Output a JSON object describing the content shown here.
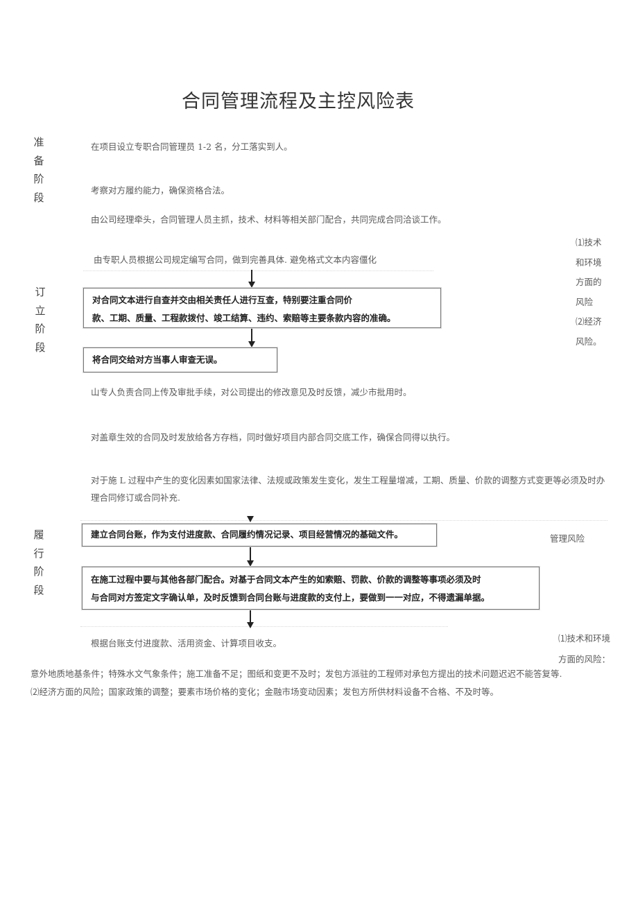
{
  "document": {
    "title": "合同管理流程及主控风险表"
  },
  "stages": {
    "preparation": {
      "label_chars": [
        "准",
        "备",
        "阶",
        "段"
      ],
      "lines": [
        "在项目设立专职合同管理员 1-2 名，分工落实到人。",
        "考察对方履约能力，确保资格合法。",
        "由公司经理牵头，合同管理人员主抓，技术、材料等相关部门配合，共同完成合同洽谈工作。"
      ]
    },
    "signing": {
      "label_chars": [
        "订",
        "立",
        "阶",
        "段"
      ],
      "intro": "由专职人员根据公司规定编写合同，做到完善具体. 避免格式文本内容僵化",
      "box1_lines": [
        "对合同文本进行自查并交由相关责任人进行互查，特别要注重合同价",
        "款、工期、质量、工程款拨付、竣工结算、违约、索赔等主要条款内容的准确。"
      ],
      "box2": "将合同交给对方当事人审查无误。",
      "after_lines": [
        "山专人负责合同上传及审批手续，对公司提出的修改意见及时反馈，减少市批用时。",
        "对盖章生效的合同及时发放给各方存档，同时做好项目内部合同交底工作，确保合同得以执行。"
      ],
      "change_text": "对于施 L 过程中产生的变化因素如国家法律、法规或政策发生变化，发生工程量增减，工期、质量、价款的调整方式变更等必须及时办理合同修订或合同补充.",
      "risk_lines": [
        "⑴技术",
        "和环境",
        "方面的",
        "风险",
        "⑵经济",
        "风险。"
      ]
    },
    "performance": {
      "label_chars": [
        "履",
        "行",
        "阶",
        "段"
      ],
      "box1": "建立合同台账，作为支付进度款、合同履约情况记录、项目经营情况的基础文件。",
      "box2_lines": [
        "在施工过程中要与其他各部门配合。对基于合同文本产生的如索赔、罚款、价款的调整等事项必须及时",
        "与合同对方签定文字确认单，及时反馈到合同台账与进度款的支付上，要做到一一对应，不得遗漏单据。"
      ],
      "risk_label": "管理风险",
      "after_line": "根据台账支付进度款、活用资金、计算项目收支。",
      "risk_side_lines": [
        "⑴技术和环境",
        "方面的风险："
      ]
    }
  },
  "footer": {
    "lines": [
      "意外地质地基条件；特殊水文气象条件；施工准备不足；图纸和变更不及时；发包方派驻的工程师对承包方提出的技术问题迟迟不能答复等.",
      "⑵经济方面的风险；国家政策的调整；要素市场价格的变化；金融市场变动因素；发包方所供材料设备不合格、不及时等。"
    ]
  }
}
